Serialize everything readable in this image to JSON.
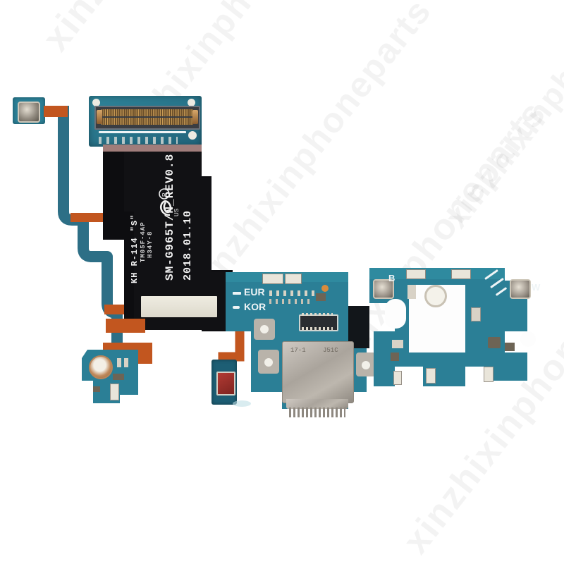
{
  "image": {
    "subject": "Samsung Galaxy S9 Plus USB-C charging port flex cable assembly",
    "background_color": "#ffffff",
    "pcb_color": "#2b7f96",
    "flex_orange_color": "#c2561f",
    "flex_black_color": "#0d0d10",
    "connector_metal_color": "#b9b3aa",
    "silkscreen_color": "#eef4f6",
    "printed_text_color": "#f2f2f2"
  },
  "printed_markings": {
    "model": "SM-G965T/N_REV0.8",
    "date_code": "2018.01.10",
    "line_kh": "KH R-114 \"S\"",
    "line_small_a": "TM05F-4AP",
    "line_small_b": "H34Y-8",
    "cert_marks": "UL / CSA certification logos"
  },
  "silkscreen": {
    "region_eur": "EUR",
    "region_kor": "KOR",
    "antenna_b": "B",
    "antenna_w": "W"
  },
  "connector_markings": {
    "usb_c_left": "17-1",
    "usb_c_right": "J51C"
  },
  "watermark": {
    "text": "xinzhixinphoneparts",
    "opacity": "0.045"
  },
  "components": {
    "top_connector": "board-to-board fine pitch connector",
    "usb_c_port": "USB Type-C charging connector",
    "coil_pad_left": "copper ring contact pad",
    "sensor_red": "red thermistor sensor module",
    "spring_contacts": "gold spring antenna contacts"
  }
}
